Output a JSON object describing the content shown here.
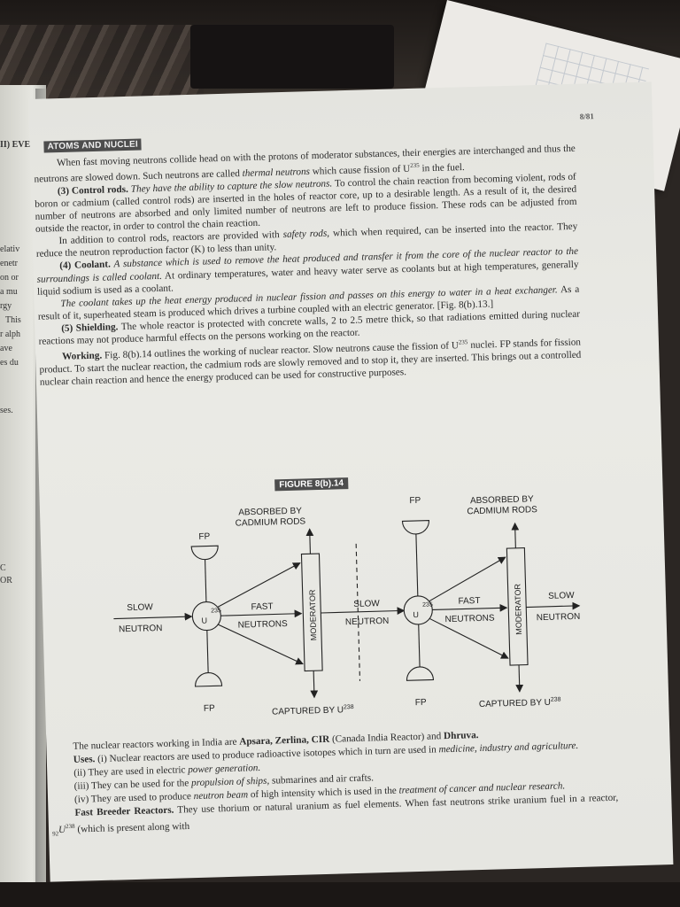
{
  "left_page_fragments": [
    "II) EVEN",
    "elativ",
    "enetr",
    "on or",
    "a mu",
    "rgy",
    "This",
    "r alph",
    "ave",
    "es du",
    "ses.",
    "C",
    "OR"
  ],
  "header": {
    "chapter": "ATOMS AND NUCLEI",
    "page_number": "8/81"
  },
  "paragraphs": {
    "p1": "When fast moving neutrons collide head on with the protons of moderator substances, their energies are interchanged and thus the neutrons are slowed down. Such neutrons are called",
    "p1_term": "thermal neutrons",
    "p1_tail": "which cause fission of U",
    "p1_sup": "235",
    "p1_end": "in the fuel.",
    "p2_head": "(3) Control rods.",
    "p2_def": "They have the ability to capture the slow neutrons.",
    "p2_body": "To control the chain reaction from becoming violent, rods of boron or cadmium (called control rods) are inserted in the holes of reactor core, up to a desirable length. As a result of it, the desired number of neutrons are absorbed and only limited number of neutrons are left to produce fission. These rods can be adjusted from outside the reactor, in order to control the chain reaction.",
    "p3": "In addition to control rods, reactors are provided with",
    "p3_term": "safety rods",
    "p3_body": ", which when required, can be inserted into the reactor. They reduce the neutron reproduction factor (K) to less than unity.",
    "p4_head": "(4) Coolant.",
    "p4_def": "A substance which is used to remove the heat produced and transfer it from the core of the nuclear reactor to the surroundings is called coolant.",
    "p4_body": "At ordinary temperatures, water and heavy water serve as coolants but at high temperatures, generally liquid sodium is used as a coolant.",
    "p5_def": "The coolant takes up the heat energy produced in nuclear fission and passes on this energy to water in a heat exchanger.",
    "p5_body": "As a result of it, superheated steam is produced which drives a turbine coupled with an electric generator. [Fig. 8(b).13.]",
    "p6_head": "(5) Shielding.",
    "p6_body": "The whole reactor is protected with concrete walls, 2 to 2.5 metre thick, so that radiations emitted during nuclear reactions may not produce harmful effects on the persons working on the reactor.",
    "p7_head": "Working.",
    "p7_body": "Fig. 8(b).14 outlines the working of nuclear reactor. Slow neutrons cause the fission of U",
    "p7_sup": "235",
    "p7_end": "nuclei. FP stands for fission product. To start the nuclear reaction, the cadmium rods are slowly removed and to stop it, they are inserted. This brings out a controlled nuclear chain reaction and hence the energy produced can be used for constructive purposes."
  },
  "figure": {
    "title": "FIGURE 8(b).14",
    "labels": {
      "absorbed_1": "ABSORBED BY",
      "absorbed_2": "CADMIUM RODS",
      "fp": "FP",
      "slow": "SLOW",
      "neutron": "NEUTRON",
      "fast": "FAST",
      "neutrons": "NEUTRONS",
      "moderator": "MODERATOR",
      "u_sup": "235",
      "u": "U",
      "captured": "CAPTURED BY U",
      "captured_sup": "238"
    }
  },
  "after": {
    "india_1": "The nuclear reactors working in India are",
    "india_names": "Apsara, Zerlina, CIR",
    "india_2": "(Canada India Reactor) and",
    "india_last": "Dhruva.",
    "uses_head": "Uses.",
    "uses_1": "(i) Nuclear reactors are used to produce radioactive isotopes which in turn are used in",
    "uses_1_it": "medicine, industry and agriculture.",
    "uses_2": "(ii) They are used in electric",
    "uses_2_it": "power generation.",
    "uses_3": "(iii) They can be used for the",
    "uses_3_it": "propulsion of ships,",
    "uses_3_end": "submarines and air crafts.",
    "uses_4": "(iv) They are used to produce",
    "uses_4_it": "neutron beam",
    "uses_4_mid": "of high intensity which is used in the",
    "uses_4_it2": "treatment of cancer and nuclear research.",
    "fbr_head": "Fast Breeder Reactors.",
    "fbr_body": "They use thorium or natural uranium as fuel elements. When fast neutrons strike uranium fuel in a reactor,",
    "fbr_pre": "92",
    "fbr_u": "U",
    "fbr_sup": "238",
    "fbr_end": "(which is present along with"
  }
}
